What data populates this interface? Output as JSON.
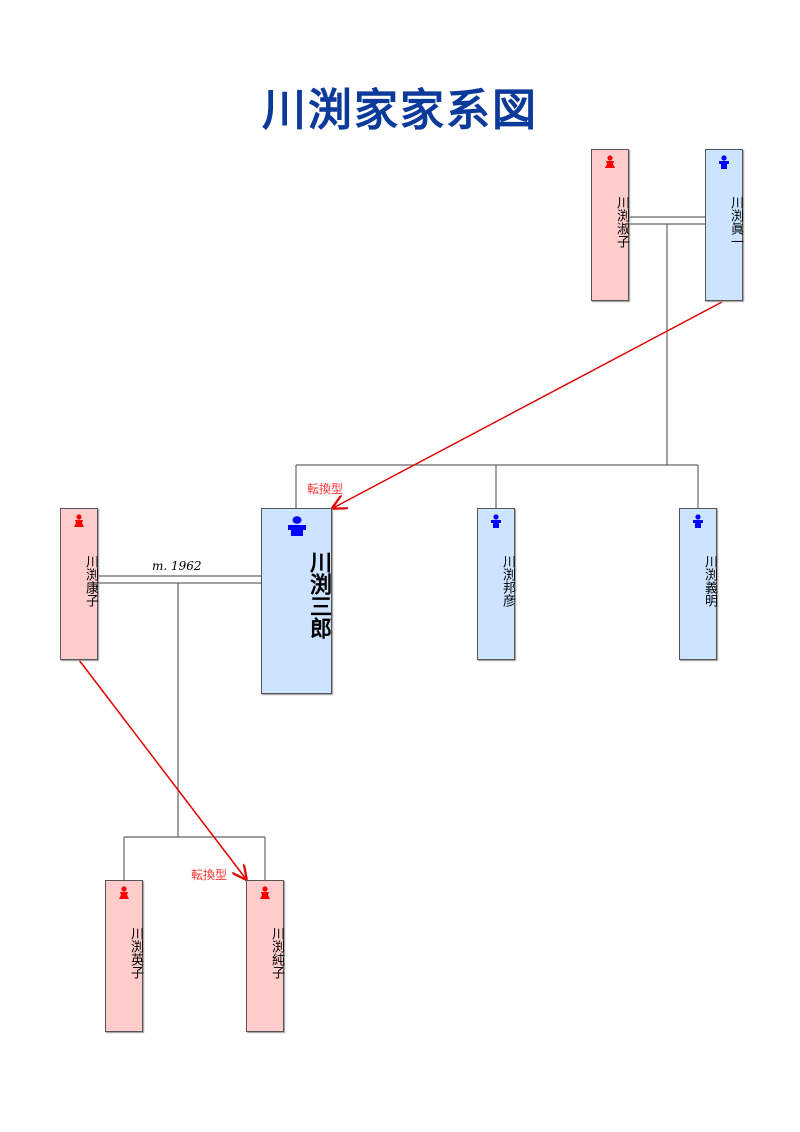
{
  "title": "川渕家家系図",
  "colors": {
    "title": "#0c3a9a",
    "female_fill": "#ffcccc",
    "male_fill": "#cce4ff",
    "female_icon": "#ff0000",
    "male_icon": "#0000ff",
    "adoption_arrow": "#e00000",
    "line": "#555555"
  },
  "people": [
    {
      "id": "yoshiko",
      "name": "川渕淑子",
      "gender": "female",
      "icon": "female-person-icon"
    },
    {
      "id": "shinichi",
      "name": "川渕眞一",
      "gender": "male",
      "icon": "male-person-icon"
    },
    {
      "id": "saburo",
      "name": "川渕三郎",
      "gender": "male",
      "icon": "male-person-icon",
      "highlight": true
    },
    {
      "id": "kunihiko",
      "name": "川渕邦彦",
      "gender": "male",
      "icon": "male-person-icon"
    },
    {
      "id": "yoshiaki",
      "name": "川渕義明",
      "gender": "male",
      "icon": "male-person-icon"
    },
    {
      "id": "yasuko",
      "name": "川渕康子",
      "gender": "female",
      "icon": "female-person-icon"
    },
    {
      "id": "eiko",
      "name": "川渕英子",
      "gender": "female",
      "icon": "female-person-icon"
    },
    {
      "id": "junko",
      "name": "川渕純子",
      "gender": "female",
      "icon": "female-person-icon"
    }
  ],
  "marriages": [
    {
      "partners": [
        "yoshiko",
        "shinichi"
      ],
      "label": ""
    },
    {
      "partners": [
        "yasuko",
        "saburo"
      ],
      "label": "m. 1962"
    }
  ],
  "annotations": {
    "transfer_1": "転換型",
    "transfer_2": "転換型"
  },
  "arrows": [
    {
      "from": "shinichi",
      "to": "saburo",
      "label": "転換型"
    },
    {
      "from": "yasuko",
      "to": "junko",
      "label": "転換型"
    }
  ]
}
